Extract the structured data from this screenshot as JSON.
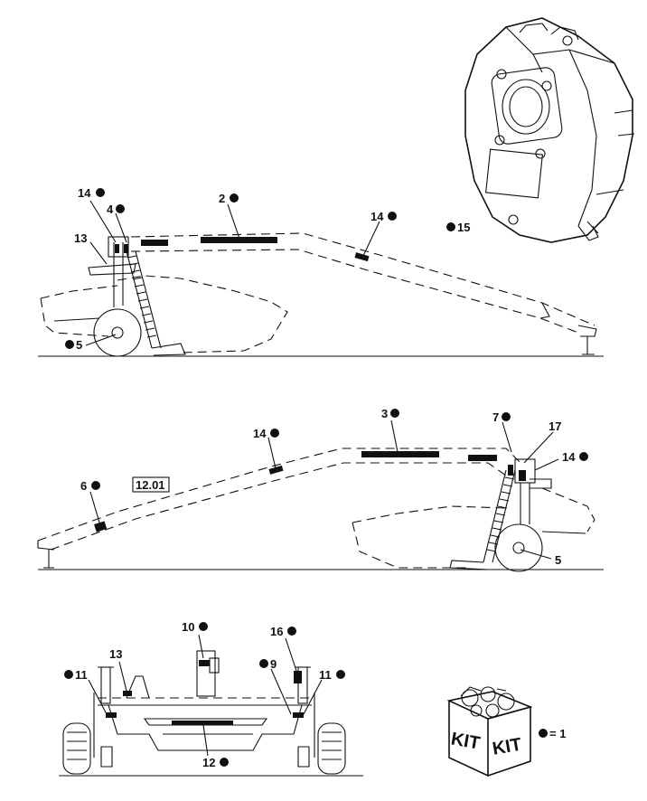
{
  "callouts": {
    "c14a": "14",
    "c4": "4",
    "c2": "2",
    "c13a": "13",
    "c14b": "14",
    "c5a": "5",
    "c15": "15",
    "c3": "3",
    "c7": "7",
    "c17": "17",
    "c14c": "14",
    "c14d": "14",
    "c6": "6",
    "c5b": "5",
    "c10": "10",
    "c16": "16",
    "c13b": "13",
    "c11a": "11",
    "c9": "9",
    "c11b": "11",
    "c12": "12"
  },
  "reference_box": "12.01",
  "kit": {
    "word1": "KIT",
    "word2": "KIT",
    "legend": "= 1"
  }
}
